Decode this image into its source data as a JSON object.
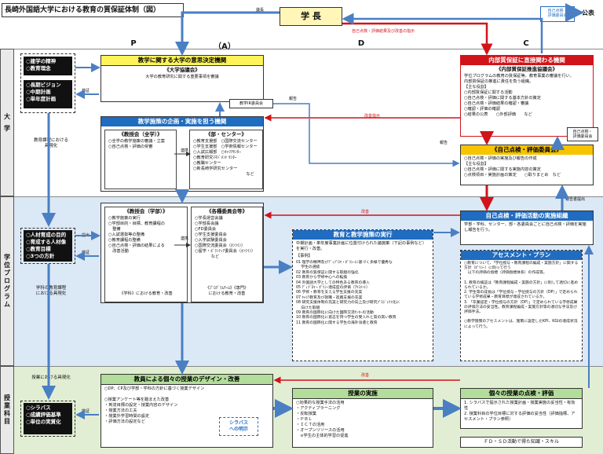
{
  "title": "長崎外国語大学における教育の質保証体制（図）",
  "president": "学 長",
  "publication": "公表",
  "self_eval_committee_tag": "自己点検・\n評価委員会",
  "columns": [
    "P",
    "（A）",
    "D",
    "C"
  ],
  "sides": {
    "university": "大 学",
    "program": "学位プログラム",
    "course": "授業科目"
  },
  "left_boxes": {
    "univ": "○建学の精神\n○教育理念",
    "vision": "○長期ビジョン\n○中期計画\n○単年度計画",
    "program": "○人材育成の目的\n○育成する人材像\n○教育目標\n○3つの方針",
    "course": "○シラバス\n○成績評価基準\n○単位の実質化"
  },
  "left_notes": {
    "n1": "教育課程における\n具現化",
    "n2": "学科の教育課程\nにおける具現化",
    "n3": "授業における具現化"
  },
  "decision_box": {
    "header": "教学に関する大学の意思決定機関",
    "sub": "《大学協議会》",
    "text": "大学の教育研究に関する重要事項を審議"
  },
  "planning_box": {
    "header": "教学施策の企画・実施を担う機関",
    "left_sub": "《教授会（全学）》",
    "left_list": "○全学の教学施策の審議・立案\n○自己点検・評価の受審",
    "right_sub": "《部・センター》",
    "right_list": "○教育支援部　○国際交流センター\n○学生支援部　○学術情報センター\n○入試広報部　○ｷｬﾘｱｾﾝﾀｰ\n○教育研究ﾏﾈｼﾞﾒﾝﾄ ｾﾝﾀｰ\n○教職センター\n○新長崎学研究センター\n　　　　　　　　　　　　　など"
  },
  "faculty_box": {
    "left_sub": "《教授会（学部）》",
    "left_list": "○教学施策の実行\n○学部目的・目標、教育課程の\n　整備\n○入試選抜等の整備\n○教育課程の整備\n○自己点検・評価の結果による\n　改善活動",
    "left_footer": "《学科》における教育・改善",
    "right_sub": "《各種委員会等》",
    "right_list": "○学長運営会議\n○学部長会議\n○FD委員会\n○学生支援委員会\n○入学試験委員会\n○国際交流委員会（ｵﾝﾗｲﾝ）\n○留学・ﾎﾞﾗﾝﾃｨｱ委員会（ｵﾝﾗｲﾝ）\n　　　　など",
    "right_footer": "《ﾌﾟﾛｸﾞﾗﾑﾁｰﾑ》《専門》\nにおける教育・改善"
  },
  "ir_box": "教学IR委員会",
  "execution_box": {
    "header": "教育と教学施策の実行",
    "intro": "中期計画・単年度事業計画に位置付けられた諸施策（下記の事例など）を実行・改善。",
    "sub": "【事例】",
    "list": "01 理学の精神及びﾃﾞｨﾌﾟﾛﾏ・ﾎﾟﾘｼｰに基づく多様で優秀な\n　 学生の選抜\n02 教育の質保証に関する取組の強化\n03 教育から学修中心への転換\n04 外国語大学としての特色ある教育の導入\n05 ﾃﾞｨﾌﾟﾛﾏ・ﾎﾟﾘｼｰ達成度の評価（ｱｾｽﾒﾝﾄ）\n06 学修・教育を支える学生支援の充実\n07 ｷｬﾘｱ教育及び就職・進路支援の充実\n08 研究支援体制の充実と研究力の向上及び研究ﾌﾟﾛｼﾞｪｸﾄ化に\n　 向けた取組\n09 教育の国際化に向けた国際交流ｾﾝﾀｰの活動\n10 教育の国際化に意志を持つ学生の受入れと質の高い教育\n11 教育の国際化に関する学生の海外派遣と教育"
  },
  "internal_qa_box": {
    "header": "内部質保証に直接関わる機関",
    "sub": "《内部質保証推進協議会》",
    "list": "学位プログラムの教育の質保証等、教育事業の審議を行い、\n内部質保証の推進に責任を負う組織。\n【主な役割】\n○内部質保証に関する活動\n○自己点検・評価に関する基本方針の策定\n○自己点検・評価結果の確認・審議\n○確認・評価の確認\n○結果の公表　　○外部評価　　など"
  },
  "self_eval_box": {
    "header": "《自己点検・評価委員会》",
    "list": "○自己点検・評価の実施及び報告の作成\n【主な役割】\n○自己点検・評価に関する実施内容の策定\n○点検項目・実施計画の策定　　○取りまとめ　など"
  },
  "implementation_box": {
    "header": "自己点検・評価活動の実施組織",
    "text": "学部・学科、センター、部・各委員会ごとに自己点検・評価を実施し報告を行う。"
  },
  "assessment_box": {
    "header": "アセスメント・プラン",
    "list": "○教育について、「学位授与・教育課程の編成・実施方針」に関する方針（ﾎﾟﾘｼｰ）に則って行う\n　以下の評価の指標（評価指標体系）の作成等。\n\n1. 教育の検証は「教育課程編成・実施の方針」に則して適切に進められているか。\n2. 学生等の成長は「学位授与・学位授与の方針（DP）」で定められている学修成果・教育目標が達成されているか。\n3. 「卒業認定・学位授与の方針（DP）」で定められている学修成果の評価方法の妥当性。教育課程編成・実施方針等の適切な手法及び評価手法。\n\n○教学施策のアセスメントは、施策に設定したKPI、KGIの達成状況によって行う。"
  },
  "design_box": {
    "header": "教員による個々の授業のデザイン・改善",
    "list": "○DP、CP及び学部・学科の方針に基づく授業デザイン\n\n○授業アンケート等を踏まえた改善\n・到達目標の設定・授業内容のデザイン\n・授業方法の工夫\n・授業外学習時間の設定\n・評価方法の設定など",
    "syllabus_tag": "シラバス\nへの明示"
  },
  "class_exec_box": {
    "header": "授業の実施",
    "list": "○効果的な授業手法の活用\n・アクティブラーニング\n・反転授業\n・ＰＢＬ\n・ＩＣＴの活用\n・オープンリソースの活用\n　≡学生の主体的学習の促進"
  },
  "class_eval_box": {
    "header": "個々の授業の点検・評価",
    "list": "1. シラバスで提示された授業計画・授業実施の妥当性・有効性\n2. 授業科目の学位目標に対する評価の妥当性（評価指標、アセスメント・プラン参照）"
  },
  "fd_box": "ＦＤ・ＳＤ活動で得た知識・スキル",
  "arrow_labels": {
    "appoint": "議長",
    "instruct_red": "自己点検・評価結果及び改善の指示",
    "report": "報告",
    "improve_instruct": "改善指示",
    "report2": "報告",
    "report_upload": "報告書提出",
    "improve1": "改善",
    "improve2": "改善",
    "collab": "連携",
    "collab2": "連携",
    "verify1": "検証",
    "verify2": "検証",
    "verify3": "検証",
    "submit": "提出"
  }
}
